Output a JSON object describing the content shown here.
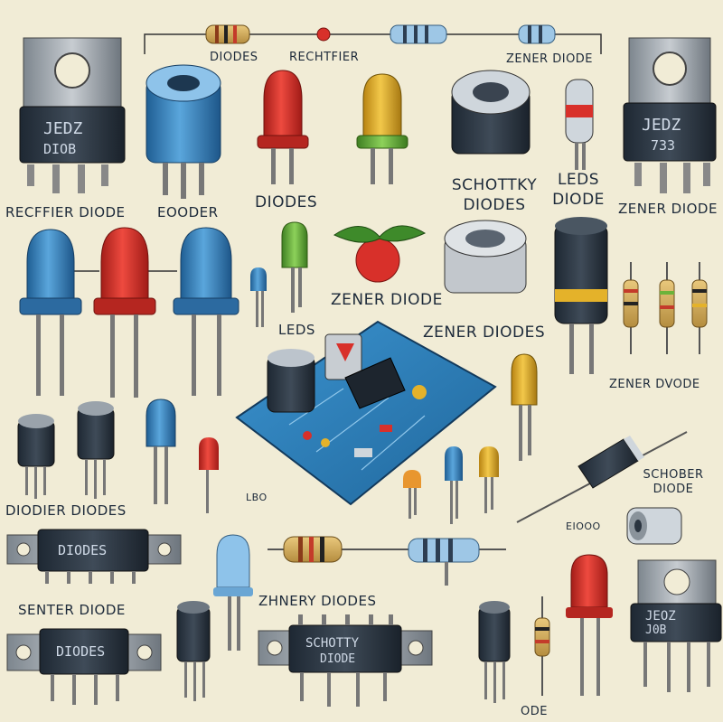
{
  "labels": {
    "diodes_top": "DIODES",
    "rechtfier_top": "RECHTFIER",
    "zener_diode_top": "ZENER DIODE",
    "rectifier_diode": "RECFFIER DIODE",
    "eooder": "EOODER",
    "diodes_mid": "DIODES",
    "schottky_diodes": "SCHOTTKY DIODES",
    "leds_diode": "LEDS DIODE",
    "zener_diode_right": "ZENER DIODE",
    "zener_diode_center": "ZENER DIODE",
    "leds_center": "LEDS",
    "zener_diodes_center": "ZENER DIODES",
    "zener_dvode": "ZENER DVODE",
    "diodier_diodes": "DIODIER DIODES",
    "schober_diode": "SCHOBER DIODE",
    "eioo": "EIOOO",
    "senter_diode": "SENTER DIODE",
    "zhnery_diodes": "ZHNERY DIODES",
    "ode_bottom": "ODE",
    "lbo_small": "LBO"
  },
  "chips": {
    "reg_left_line1": "JEDZ",
    "reg_left_line2": "DIOB",
    "reg_right_line1": "JEDZ",
    "reg_right_line2": "733",
    "diodes_chip": "DIODES",
    "schotty_line1": "SCHOTTY",
    "schotty_line2": "DIODE",
    "bottom_left_chip": "DIODES",
    "bottom_right_line1": "JEOZ",
    "bottom_right_line2": "J0B"
  },
  "colors": {
    "background": "#f1ecd6",
    "ink": "#1d2a3a",
    "led_red": "#d8302a",
    "led_blue": "#3a86c4",
    "led_yellow": "#e4b22a",
    "led_green": "#6bb33a",
    "pcb_blue": "#2e7fb8",
    "metal": "#9aa3ab",
    "component_dark": "#2b3540"
  }
}
